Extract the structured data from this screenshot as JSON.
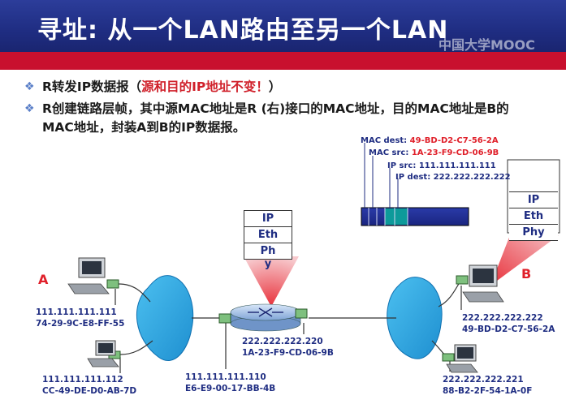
{
  "title": "寻址: 从一个LAN路由至另一个LAN",
  "watermark": "中国大学MOOC",
  "bullets": [
    {
      "prefix": "R转发IP数据报（",
      "highlight": "源和目的IP地址不变！",
      "suffix": "）"
    },
    {
      "text": "R创建链路层帧，其中源MAC地址是R (右)接口的MAC地址，目的MAC地址是B的MAC地址，封装A到B的IP数据报。"
    }
  ],
  "frame": {
    "mac_dest_label": "MAC dest:",
    "mac_dest_value": "49-BD-D2-C7-56-2A",
    "mac_src_label": "MAC src:",
    "mac_src_value": "1A-23-F9-CD-06-9B",
    "ip_src": "IP src: 111.111.111.111",
    "ip_dest": "IP dest: 222.222.222.222"
  },
  "router_stack": [
    "IP",
    "Eth",
    "Ph",
    "y"
  ],
  "host_b_stack": [
    "IP",
    "Eth",
    "Phy"
  ],
  "nodes": {
    "a": "A",
    "b": "B"
  },
  "addresses": {
    "a_ip": "111.111.111.111",
    "a_mac": "74-29-9C-E8-FF-55",
    "a2_ip": "111.111.111.112",
    "a2_mac": "CC-49-DE-D0-AB-7D",
    "r_left_ip": "111.111.111.110",
    "r_left_mac": "E6-E9-00-17-BB-4B",
    "r_right_ip": "222.222.222.220",
    "r_right_mac": "1A-23-F9-CD-06-9B",
    "b_ip": "222.222.222.222",
    "b_mac": "49-BD-D2-C7-56-2A",
    "b2_ip": "222.222.222.221",
    "b2_mac": "88-B2-2F-54-1A-0F"
  },
  "colors": {
    "title_bg": "#1f2d82",
    "band_red": "#c8102e",
    "text_blue": "#1f2d82",
    "accent_red": "#e0202a",
    "lan_cloud": "#29a7e1"
  }
}
